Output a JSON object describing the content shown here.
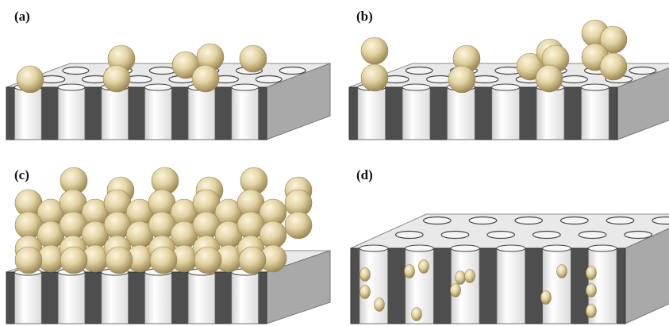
{
  "panels": [
    {
      "id": "a",
      "label": "(a)"
    },
    {
      "id": "b",
      "label": "(b)"
    },
    {
      "id": "c",
      "label": "(c)"
    },
    {
      "id": "d",
      "label": "(d)"
    }
  ],
  "colors": {
    "top_face": "#e9e9e9",
    "front_dark": "#4e4e4e",
    "side_face": "#a9a9a9",
    "pore_fill": "#f4f4f4",
    "pore_rim": "#444444",
    "sphere_highlight": "#fbf5dd",
    "sphere_mid": "#e2d3a3",
    "sphere_shadow": "#8f7a45"
  }
}
